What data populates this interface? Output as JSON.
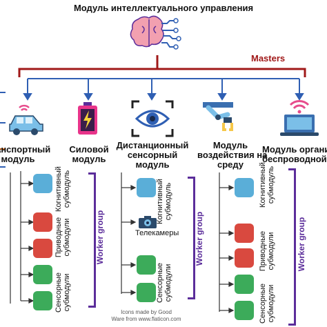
{
  "title": "Модуль интеллектуального управления",
  "masters_label": "Masters",
  "modules": [
    {
      "line1": "Транспортный",
      "line2": "модуль"
    },
    {
      "line1": "Силовой",
      "line2": "модуль"
    },
    {
      "line1": "Дистанционный",
      "line2": "сенсорный",
      "line3": "модуль"
    },
    {
      "line1": "Модуль",
      "line2": "воздействия на",
      "line3": "среду"
    },
    {
      "line1": "Модуль организации",
      "line2": "беспроводной сети"
    }
  ],
  "submodules": {
    "cognitive": "Когнитивный субмодуль",
    "cognitive_l1": "Когнитивный",
    "cognitive_l2": "субмодуль",
    "drive": "Приводные субмодули",
    "drive_l1": "Приводные",
    "drive_l2": "субмодули",
    "sensor": "Сенсорные субмодули",
    "sensor_l1": "Сенсорные",
    "sensor_l2": "субмодули",
    "cameras": "Телекамеры"
  },
  "worker_group_label": "Worker group",
  "credit": {
    "line1": "Icons made by Good",
    "line2": "Ware from www.flaticon.com"
  },
  "colors": {
    "masters_red": "#a01818",
    "arrow_blue": "#2f5fb3",
    "worker_purple": "#5b2d9a",
    "cognitive_blue": "#5aaed8",
    "drive_red": "#d9493f",
    "sensor_green": "#3cab5a",
    "brain_pink": "#f2a0b0"
  },
  "icons": [
    "brain-circuit-icon",
    "car-icon",
    "battery-icon",
    "eye-icon",
    "robot-arm-icon",
    "laptop-wifi-icon",
    "camera-icon"
  ]
}
